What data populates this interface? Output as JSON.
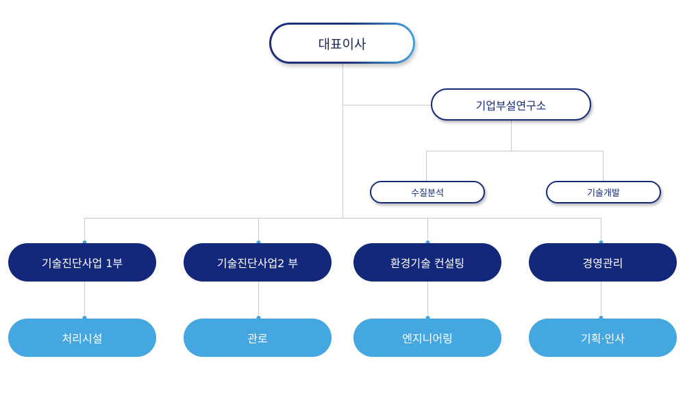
{
  "org_chart": {
    "ceo": {
      "label": "대표이사"
    },
    "research_lab": {
      "label": "기업부설연구소",
      "children": [
        {
          "label": "수질분석"
        },
        {
          "label": "기술개발"
        }
      ]
    },
    "departments": [
      {
        "label": "기술진단사업 1부",
        "team": "처리시설"
      },
      {
        "label": "기술진단사업2 부",
        "team": "관로"
      },
      {
        "label": "환경기술 컨설팅",
        "team": "엔지니어링"
      },
      {
        "label": "경영관리",
        "team": "기획·인사"
      }
    ]
  },
  "colors": {
    "navy": "#13287a",
    "light_blue": "#45a7e0",
    "connector": "#c8c8c8",
    "dot": "#3fa3de"
  }
}
